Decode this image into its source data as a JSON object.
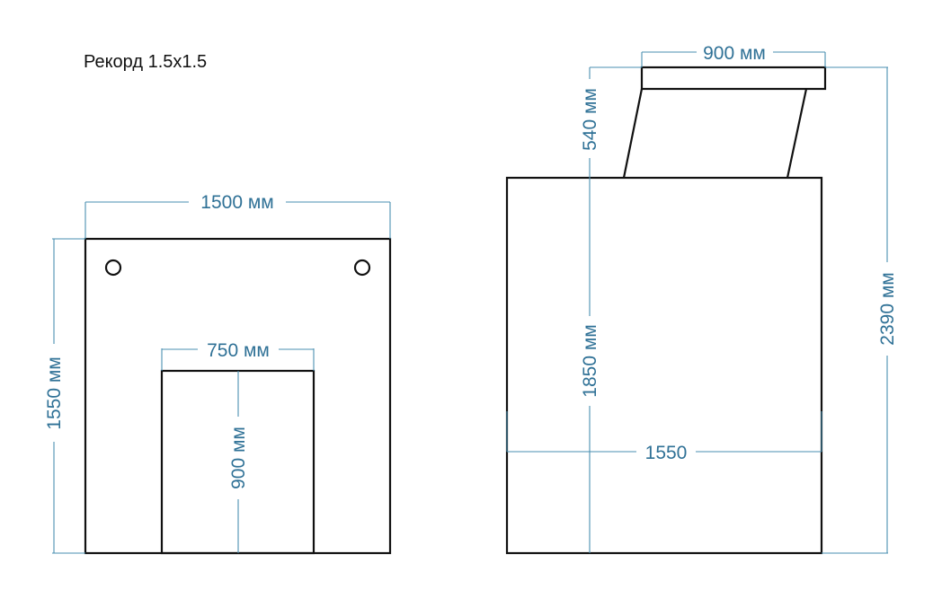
{
  "title": "Рекорд 1.5x1.5",
  "colors": {
    "outline": "#111111",
    "dimension": "#4a8fb0",
    "dimension_text": "#2f7196"
  },
  "front_view": {
    "width_label": "1500 мм",
    "height_label": "1550 мм",
    "opening_width_label": "750 мм",
    "opening_height_label": "900 мм"
  },
  "side_view": {
    "top_width_label": "900 мм",
    "top_height_label": "540 мм",
    "body_height_label": "1850 мм",
    "body_width_label": "1550",
    "total_height_label": "2390 мм"
  }
}
